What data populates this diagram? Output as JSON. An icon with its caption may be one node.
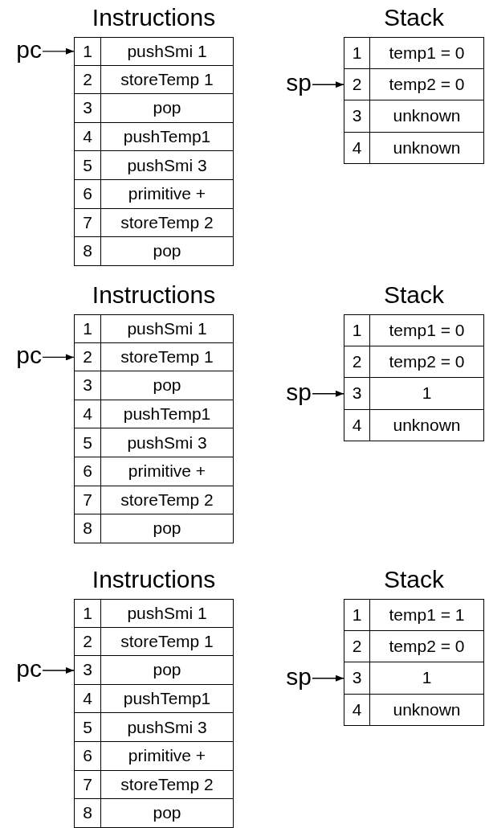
{
  "diagram": {
    "nodes": [
      {
        "text": [
          "pc"
        ]
      },
      {
        "text": [
          "Instructions"
        ]
      },
      {
        "text": [
          "1",
          "pushSmi 1"
        ],
        "in": 1
      },
      {
        "text": [
          "2",
          "storeTemp 1"
        ],
        "in": 1
      },
      {
        "text": [
          "3",
          "pop"
        ],
        "in": 1
      },
      {
        "text": [
          "4",
          "pushTemp1"
        ],
        "in": 1
      },
      {
        "text": [
          "5",
          "pushSmi 3"
        ],
        "in": 1
      },
      {
        "text": [
          "6",
          "primitive +"
        ],
        "in": 1
      },
      {
        "text": [
          "7",
          "storeTemp 2"
        ],
        "in": 1
      },
      {
        "text": [
          "8",
          "pop"
        ],
        "in": 1
      },
      {
        "text": [
          "sp"
        ]
      },
      {
        "text": [
          "Stack"
        ]
      },
      {
        "text": [
          "1",
          "temp1 = 0"
        ],
        "in": 11
      },
      {
        "text": [
          "2",
          "temp2 = 0"
        ],
        "in": 11
      },
      {
        "text": [
          "3",
          "unknown"
        ],
        "in": 11
      },
      {
        "text": [
          "4",
          "unknown"
        ],
        "in": 11
      },
      {
        "text": [
          "pc"
        ]
      },
      {
        "text": [
          "Instructions"
        ]
      },
      {
        "text": [
          "1",
          "pushSmi 1"
        ],
        "in": 17
      },
      {
        "text": [
          "2",
          "storeTemp 1"
        ],
        "in": 17
      },
      {
        "text": [
          "3",
          "pop"
        ],
        "in": 17
      },
      {
        "text": [
          "4",
          "pushTemp1"
        ],
        "in": 17
      },
      {
        "text": [
          "5",
          "pushSmi 3"
        ],
        "in": 17
      },
      {
        "text": [
          "6",
          "primitive +"
        ],
        "in": 17
      },
      {
        "text": [
          "7",
          "storeTemp 2"
        ],
        "in": 17
      },
      {
        "text": [
          "8",
          "pop"
        ],
        "in": 17
      },
      {
        "text": [
          "sp"
        ]
      },
      {
        "text": [
          "Stack"
        ]
      },
      {
        "text": [
          "1",
          "temp1 = 0"
        ],
        "in": 27
      },
      {
        "text": [
          "2",
          "temp2 = 0"
        ],
        "in": 27
      },
      {
        "text": [
          "3",
          "1"
        ],
        "in": 27
      },
      {
        "text": [
          "4",
          "unknown"
        ],
        "in": 27
      },
      {
        "text": [
          "pc"
        ]
      },
      {
        "text": [
          "Instructions"
        ]
      },
      {
        "text": [
          "1",
          "pushSmi 1"
        ],
        "in": 33
      },
      {
        "text": [
          "2",
          "storeTemp 1"
        ],
        "in": 33
      },
      {
        "text": [
          "3",
          "pop"
        ],
        "in": 33
      },
      {
        "text": [
          "4",
          "pushTemp1"
        ],
        "in": 33
      },
      {
        "text": [
          "5",
          "pushSmi 3"
        ],
        "in": 33
      },
      {
        "text": [
          "6",
          "primitive +"
        ],
        "in": 33
      },
      {
        "text": [
          "7",
          "storeTemp 2"
        ],
        "in": 33
      },
      {
        "text": [
          "8",
          "pop"
        ],
        "in": 33
      },
      {
        "text": [
          "sp"
        ]
      },
      {
        "text": [
          "Stack"
        ]
      },
      {
        "text": [
          "1",
          "temp1 = 1"
        ],
        "in": 43
      },
      {
        "text": [
          "2",
          "temp2 = 0"
        ],
        "in": 43
      },
      {
        "text": [
          "3",
          "1"
        ],
        "in": 43
      },
      {
        "text": [
          "4",
          "unknown"
        ],
        "in": 43
      }
    ],
    "edges": [
      {
        "from": 0,
        "to": 2,
        "arrow": "to"
      },
      {
        "from": 10,
        "to": 13,
        "arrow": "to"
      },
      {
        "from": 16,
        "to": 19,
        "arrow": "to"
      },
      {
        "from": 26,
        "to": 30,
        "arrow": "to"
      },
      {
        "from": 32,
        "to": 36,
        "arrow": "to"
      },
      {
        "from": 42,
        "to": 46,
        "arrow": "to"
      }
    ]
  }
}
